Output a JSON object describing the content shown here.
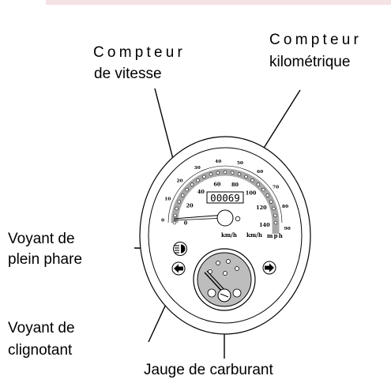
{
  "labels": {
    "speedometer_line1": "Compteur",
    "speedometer_line2": "de vitesse",
    "odometer_line1": "Compteur",
    "odometer_line2": "kilométrique",
    "high_beam_line1": "Voyant de",
    "high_beam_line2": "plein phare",
    "turn_signal_line1": "Voyant de",
    "turn_signal_line2": "clignotant",
    "fuel_gauge": "Jauge de carburant"
  },
  "gauge": {
    "odometer_reading": "00069",
    "unit_kmh_left": "km/h",
    "unit_kmh_right": "km/h",
    "unit_mph": "mph",
    "inner_scale": [
      "0",
      "20",
      "40",
      "60",
      "80",
      "100",
      "120",
      "140"
    ],
    "outer_scale": [
      "0",
      "10",
      "20",
      "30",
      "40",
      "50",
      "60",
      "70",
      "80",
      "90"
    ]
  },
  "icons": [
    "high-beam-icon",
    "left-arrow-icon",
    "right-arrow-icon"
  ]
}
